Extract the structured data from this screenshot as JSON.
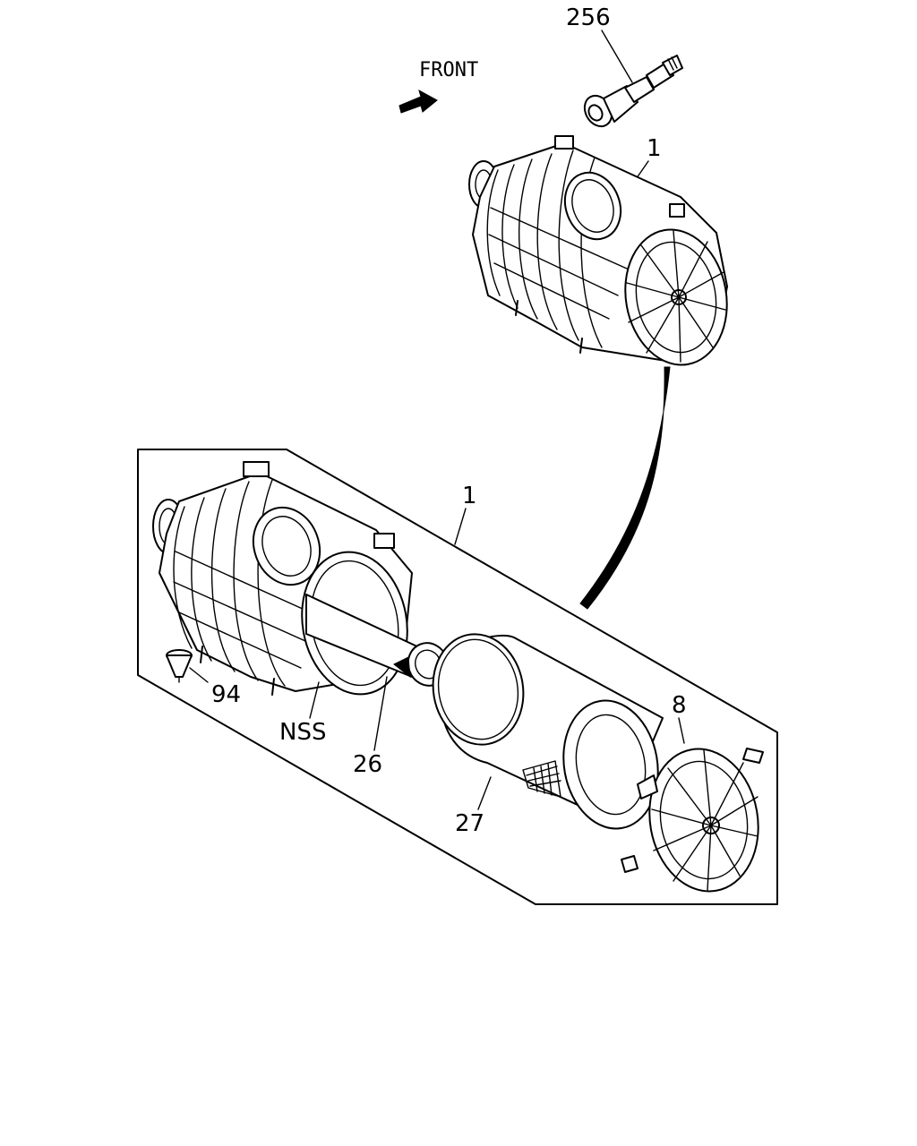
{
  "labels": {
    "front": "FRONT",
    "p256": "256",
    "p1_top": "1",
    "p1_kit": "1",
    "p94": "94",
    "nss": "NSS",
    "p26": "26",
    "p27": "27",
    "p8": "8"
  },
  "colors": {
    "line": "#000000",
    "background": "#ffffff"
  }
}
